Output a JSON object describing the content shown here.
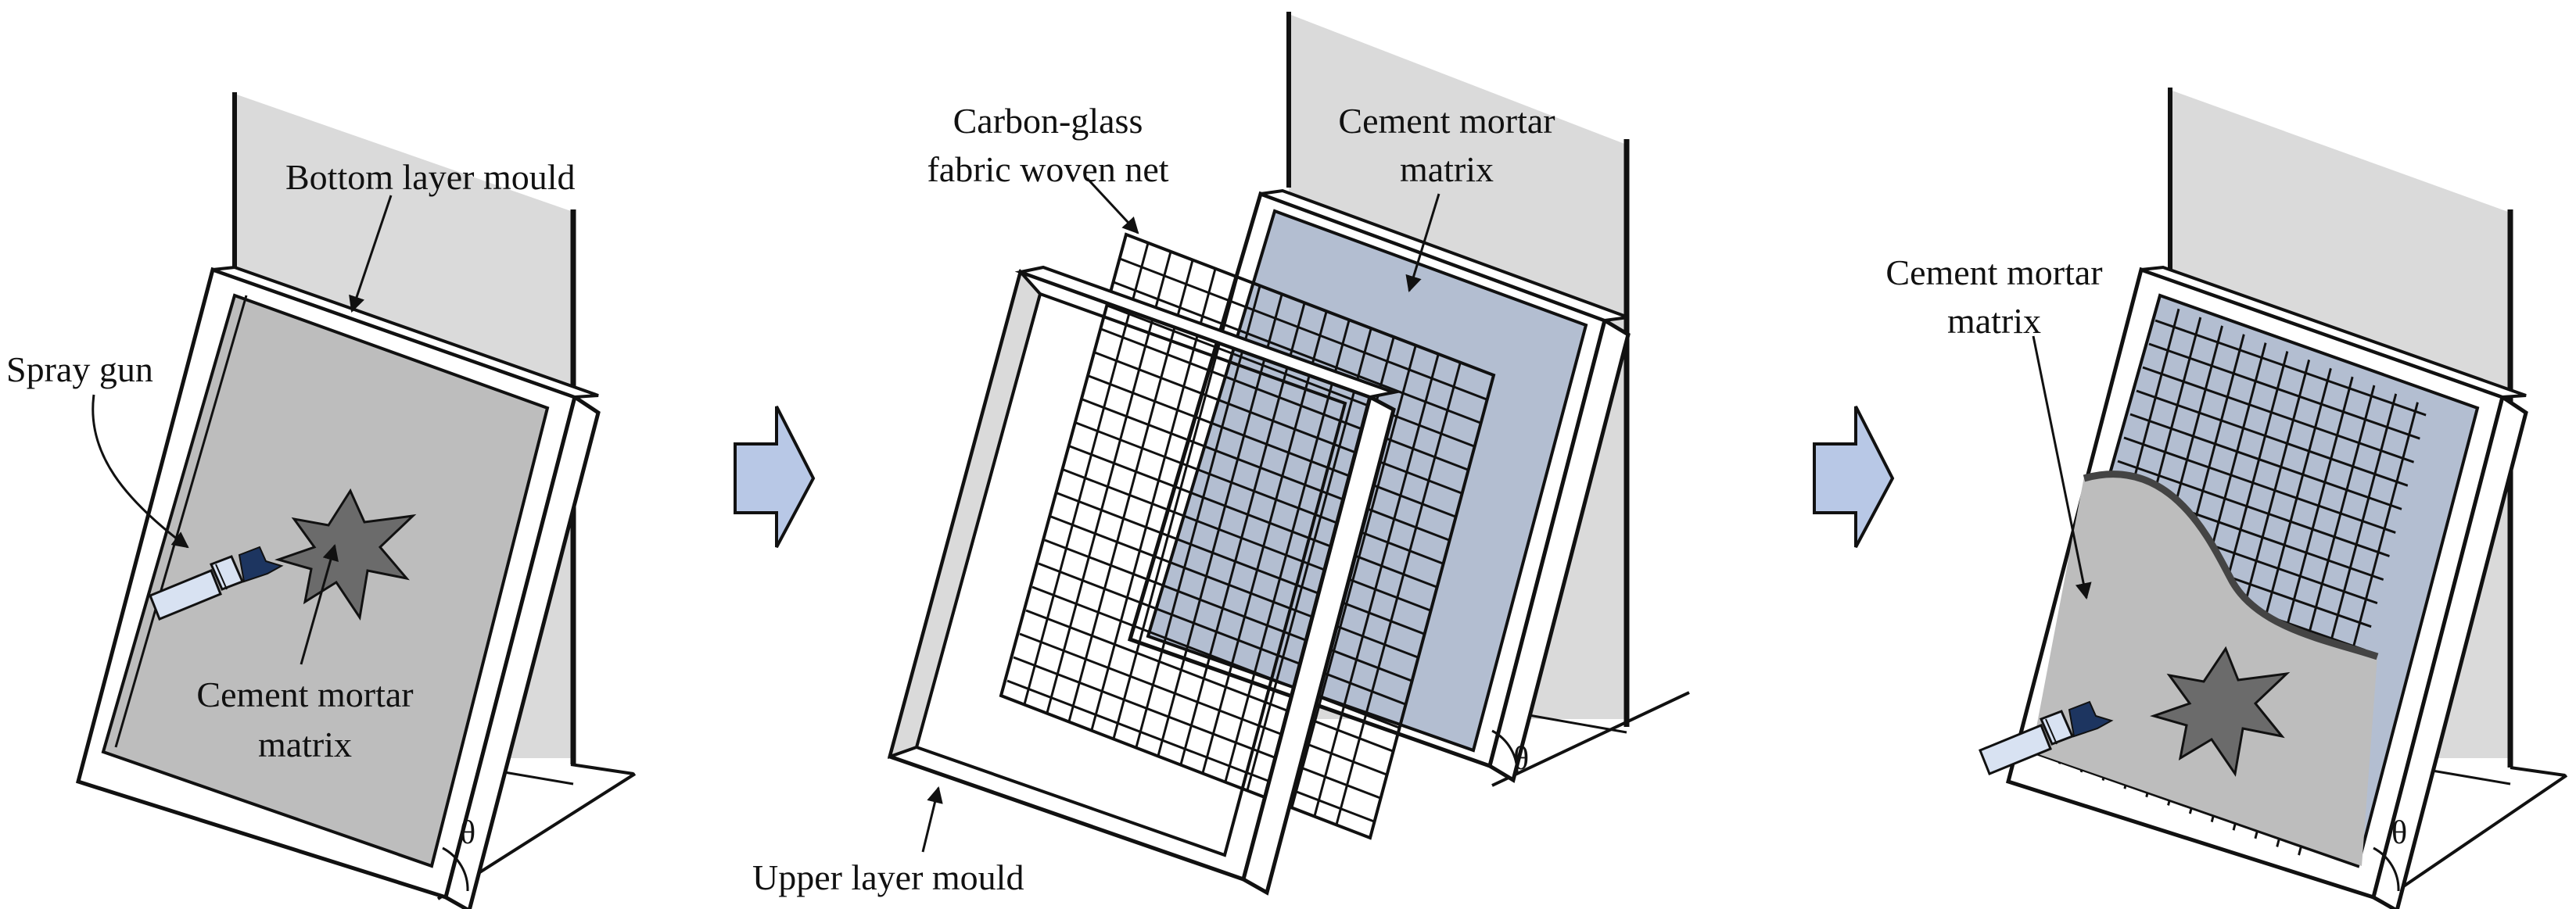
{
  "colors": {
    "wall": "#dadada",
    "frame": "#ffffff",
    "stroke": "#111111",
    "mortar_gray": "#bdbdbd",
    "mortar_blue": "#b3bed1",
    "splash": "#6b6b6b",
    "arrow_fill": "#b8c8e6",
    "gun_body": "#d8e2f2",
    "gun_nozzle": "#1d3560"
  },
  "icons": {
    "process_arrow": "right-arrow-icon",
    "spray_gun": "spray-gun-icon",
    "spray_splash": "splash-icon"
  },
  "panel1": {
    "label_bottom_mould": "Bottom layer mould",
    "label_spray_gun": "Spray gun",
    "label_mortar_line1": "Cement mortar",
    "label_mortar_line2": "matrix",
    "angle": "θ"
  },
  "panel2": {
    "label_net_line1": "Carbon-glass",
    "label_net_line2": "fabric woven net",
    "label_mortar_line1": "Cement mortar",
    "label_mortar_line2": "matrix",
    "label_upper_mould": "Upper layer mould",
    "angle": "θ"
  },
  "panel3": {
    "label_mortar_line1": "Cement mortar",
    "label_mortar_line2": "matrix",
    "angle": "θ"
  }
}
